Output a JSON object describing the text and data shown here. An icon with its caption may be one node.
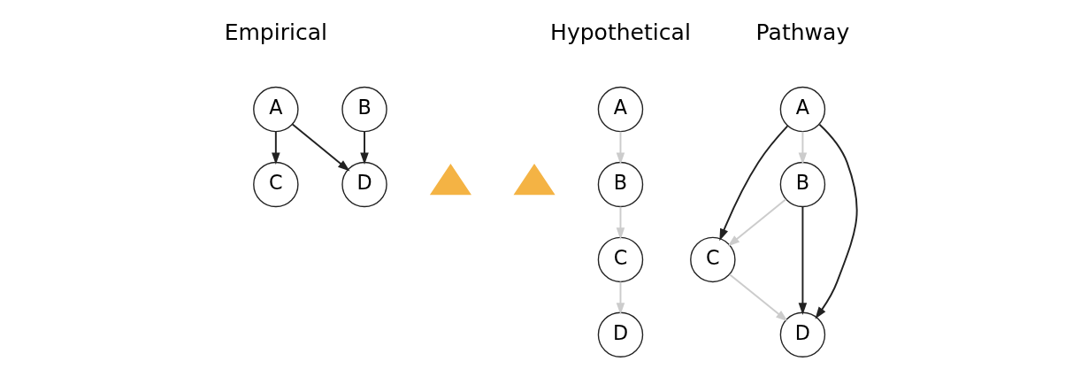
{
  "diagram": {
    "nodes": [
      {
        "text": [
          "A"
        ]
      },
      {
        "text": [
          "B"
        ]
      },
      {
        "text": [
          "C"
        ]
      },
      {
        "text": [
          "D"
        ]
      },
      {
        "text": [],
        "shape": "triangle"
      },
      {
        "text": [
          "A"
        ]
      },
      {
        "text": [
          "B"
        ]
      },
      {
        "text": [
          "C"
        ]
      },
      {
        "text": [
          "D"
        ]
      },
      {
        "text": [],
        "shape": "triangle"
      },
      {
        "text": [
          "A"
        ]
      },
      {
        "text": [
          "B"
        ]
      },
      {
        "text": [
          "C"
        ]
      },
      {
        "text": [
          "D"
        ]
      }
    ],
    "edges": [
      {
        "from": 0,
        "to": 2,
        "arrow": "to"
      },
      {
        "from": 0,
        "to": 3,
        "arrow": "to"
      },
      {
        "from": 1,
        "to": 3,
        "arrow": "to"
      },
      {
        "from": 5,
        "to": 6,
        "arrow": "to",
        "color": "#cccccc"
      },
      {
        "from": 6,
        "to": 7,
        "arrow": "to",
        "color": "#cccccc"
      },
      {
        "from": 7,
        "to": 8,
        "arrow": "to",
        "color": "#cccccc"
      },
      {
        "from": 10,
        "to": 11,
        "arrow": "to",
        "color": "#cccccc"
      },
      {
        "from": 11,
        "to": 12,
        "arrow": "to",
        "color": "#cccccc"
      },
      {
        "from": 12,
        "to": 13,
        "arrow": "to",
        "color": "#cccccc"
      },
      {
        "from": 10,
        "to": 12,
        "arrow": "to"
      },
      {
        "from": 10,
        "to": 13,
        "arrow": "to"
      },
      {
        "from": 11,
        "to": 13,
        "arrow": "to"
      }
    ],
    "labels": [
      "Empirical",
      "Hypothetical",
      "Pathway"
    ]
  }
}
